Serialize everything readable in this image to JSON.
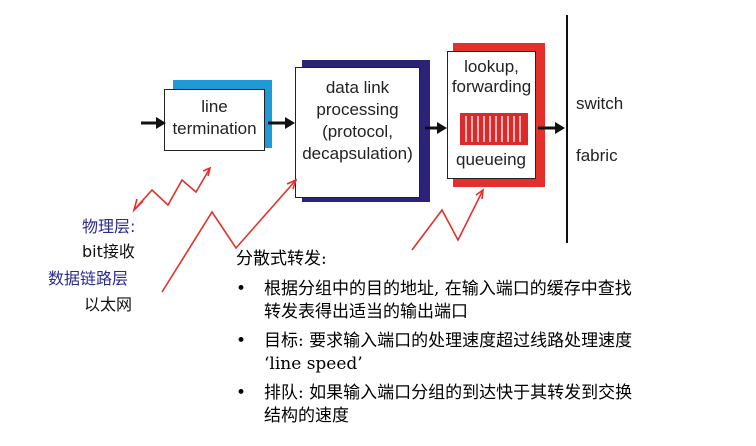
{
  "diagram": {
    "box_line": "line\ntermination",
    "box_datalink": "data link\nprocessing\n(protocol,\ndecapsulation)",
    "box_lookup_top": "lookup,\nforwarding",
    "box_lookup_bottom": "queueing",
    "switch_label_1": "switch",
    "switch_label_2": "fabric"
  },
  "left_labels": {
    "physical_layer": "物理层:",
    "bit_receive": "bit接收",
    "datalink_layer": "数据链路层",
    "ethernet": "以太网"
  },
  "bullets": {
    "heading": "分散式转发:",
    "items": [
      {
        "dot": "•",
        "line1": "根据分组中的目的地址, 在输入端口的缓存中查找",
        "line2": "转发表得出适当的输出端口"
      },
      {
        "dot": "•",
        "line1": "目标: 要求输入端口的处理速度超过线路处理速度",
        "line2": "‘line speed’"
      },
      {
        "dot": "•",
        "line1": "排队: 如果输入端口分组的到达快于其转发到交换",
        "line2": "结构的速度"
      }
    ]
  },
  "colors": {
    "shadow_blue": "#1f9ad6",
    "shadow_navy": "#2a2378",
    "shadow_red": "#e4302a",
    "queue_red": "#d92b2b",
    "label_blue": "#2b2b8c",
    "squiggle_red": "#e4302a"
  }
}
